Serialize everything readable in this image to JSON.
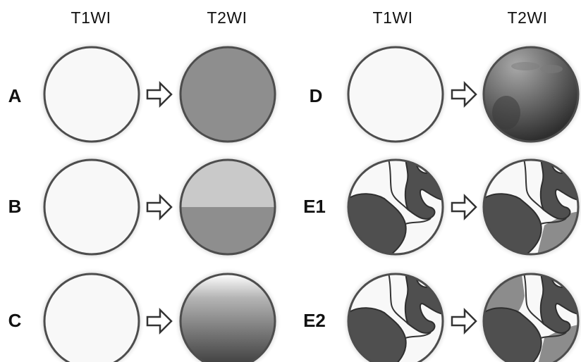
{
  "headers": {
    "left_t1": "T1WI",
    "left_t2": "T2WI",
    "right_t1": "T1WI",
    "right_t2": "T2WI"
  },
  "rows": {
    "a": "A",
    "b": "B",
    "c": "C",
    "d": "D",
    "e1": "E1",
    "e2": "E2"
  },
  "colors": {
    "background": "#ffffff",
    "t1_fill": "#f8f8f8",
    "mid_gray": "#8e8e8e",
    "light_gray": "#c9c9c9",
    "dark_gray": "#4a4a4a",
    "outline": "#4d4d4d"
  },
  "icons": {
    "arrow": "hollow-right-arrow-icon"
  }
}
